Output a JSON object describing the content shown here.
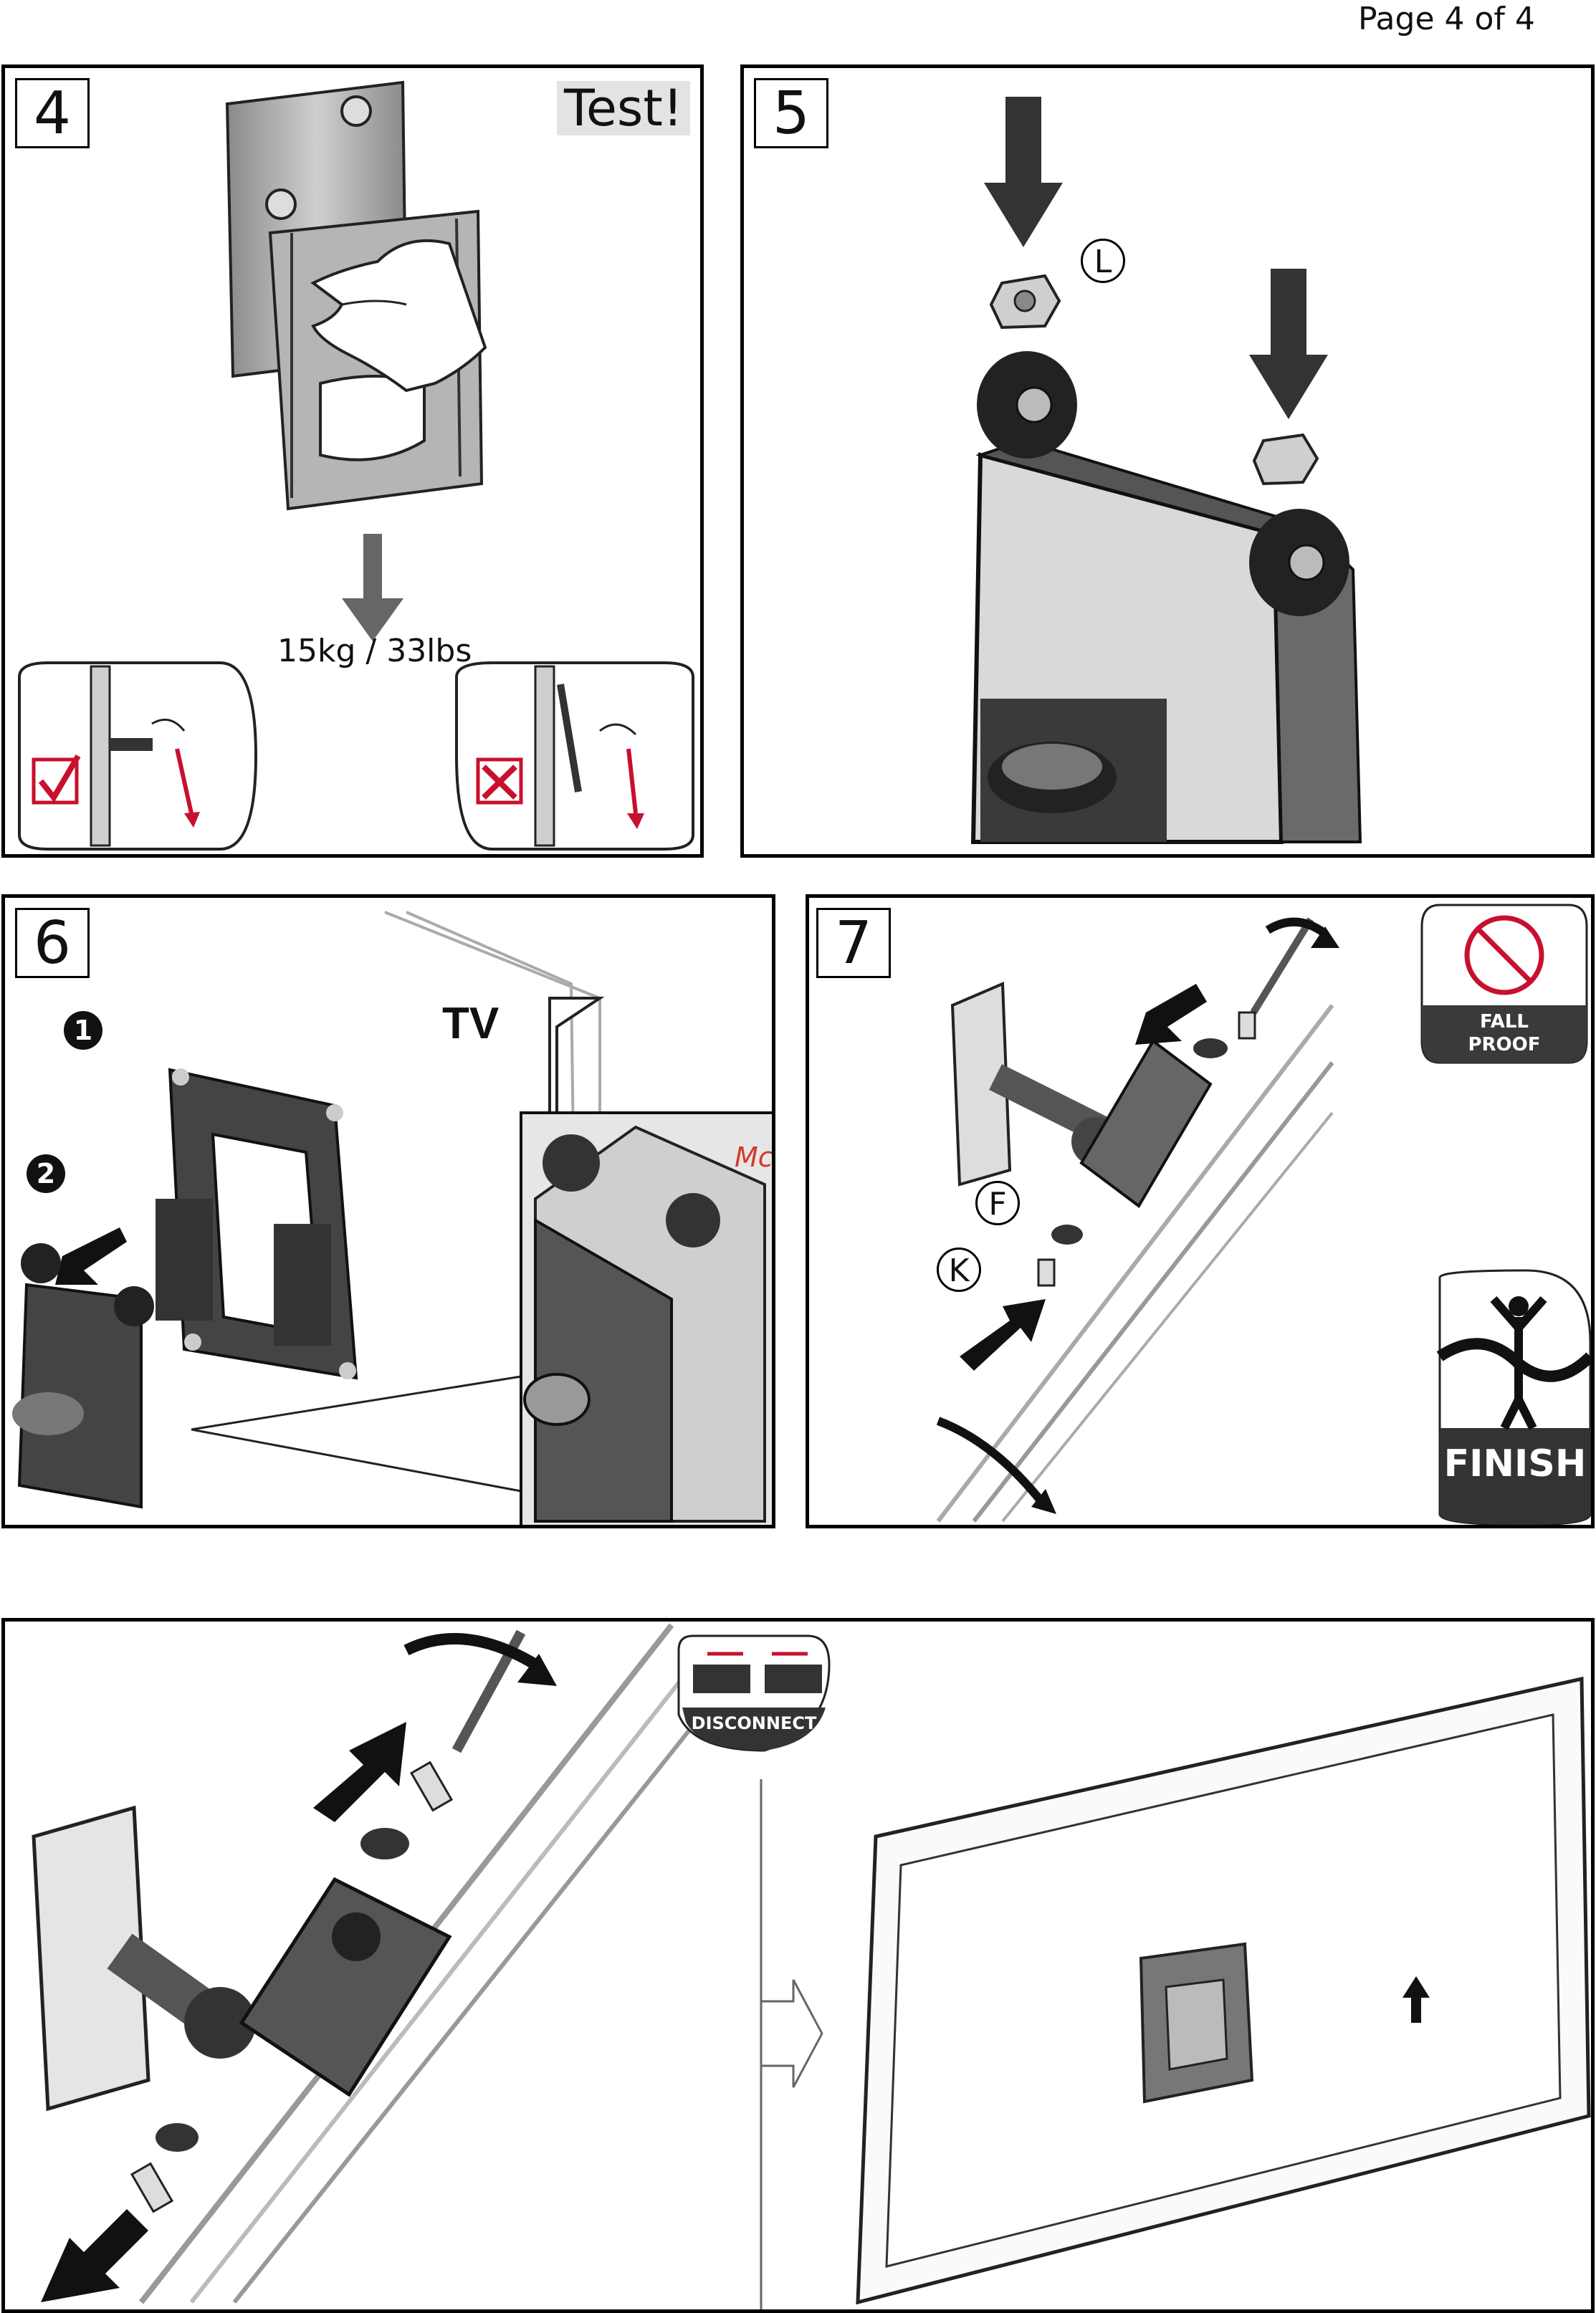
{
  "page": {
    "number_label": "Page 4 of 4"
  },
  "watermark": "McGrp.Ru",
  "step4": {
    "number": "4",
    "test_label": "Test!",
    "load_label": "15kg / 33lbs",
    "ok_icon": "check-icon",
    "bad_icon": "cross-icon"
  },
  "step5": {
    "number": "5",
    "callout_L": "L"
  },
  "step6": {
    "number": "6",
    "tv_label": "TV",
    "order_1": "1",
    "order_2": "2"
  },
  "step7": {
    "number": "7",
    "callout_F": "F",
    "callout_K": "K",
    "fall_proof_line1": "FALL",
    "fall_proof_line2": "PROOF",
    "finish_label": "FINISH"
  },
  "bottom": {
    "disconnect_label": "DISCONNECT"
  },
  "colors": {
    "accent_red": "#c8102e",
    "metal_gray": "#a6a6a6",
    "dark": "#222222"
  }
}
